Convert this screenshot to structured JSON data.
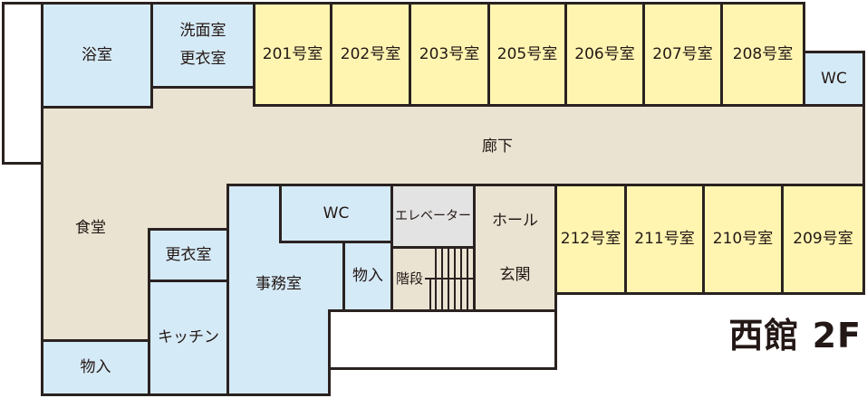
{
  "floor_title": "西館 2F",
  "colors": {
    "guest_room": "#fff5b1",
    "facility": "#d5eaf7",
    "common_area": "#ebe3d2",
    "elevator": "#e3e3e3",
    "wall": "#2a2220"
  },
  "rooms": {
    "bath": "浴室",
    "washroom_line1": "洗面室",
    "washroom_line2": "更衣室",
    "r201": "201号室",
    "r202": "202号室",
    "r203": "203号室",
    "r205": "205号室",
    "r206": "206号室",
    "r207": "207号室",
    "r208": "208号室",
    "wc_east": "WC",
    "corridor": "廊下",
    "dining": "食堂",
    "changing": "更衣室",
    "kitchen": "キッチン",
    "storage_west": "物入",
    "office": "事務室",
    "wc_center": "WC",
    "storage_center": "物入",
    "elevator": "エレベーター",
    "stairs": "階段",
    "hall": "ホール",
    "entrance": "玄関",
    "r212": "212号室",
    "r211": "211号室",
    "r210": "210号室",
    "r209": "209号室"
  }
}
